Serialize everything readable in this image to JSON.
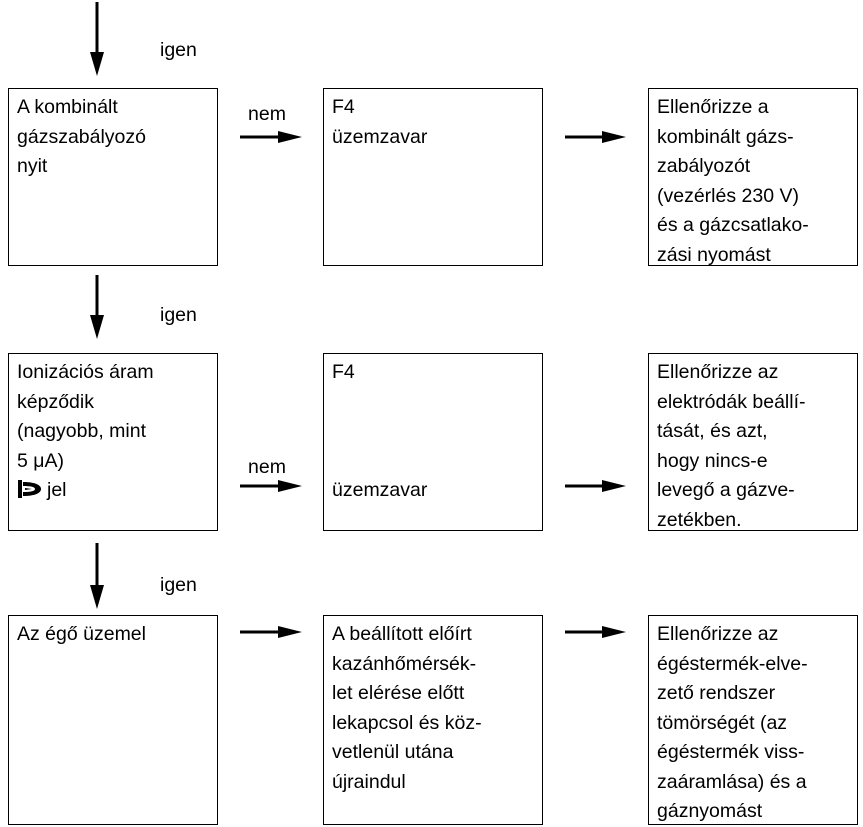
{
  "flow": {
    "yes_label": "igen",
    "no_label": "nem",
    "row1": {
      "condition": "A kombinált\ngázszabályozó\nnyit",
      "fault": "F4\nüzemzavar",
      "action": "Ellenőrizze a\nkombinált gázs-\nzabályozót\n(vezérlés 230 V)\nés a gázcsatlako-\nzási nyomást"
    },
    "row2": {
      "condition_lines": [
        "Ionizációs áram",
        "képződik",
        "(nagyobb, mint",
        "5 μA)"
      ],
      "signal_icon": "flame-signal-icon",
      "signal_text": "jel",
      "fault_code": "F4",
      "fault_text": "üzemzavar",
      "action": "Ellenőrizze az\nelektródák beállí-\ntását, és azt,\nhogy nincs-e\nlevegő a gázve-\nzetékben."
    },
    "row3": {
      "condition": "Az égő üzemel",
      "symptom": "A beállított előírt\nkazánhőmérsék-\nlet elérése előtt\nlekapcsol és köz-\nvetlenül utána\nújraindul",
      "action": "Ellenőrizze az\négéstermék-elve-\nzető rendszer\ntömörségét (az\négéstermék viss-\nzaáramlása) és a\ngáznyomást"
    }
  }
}
